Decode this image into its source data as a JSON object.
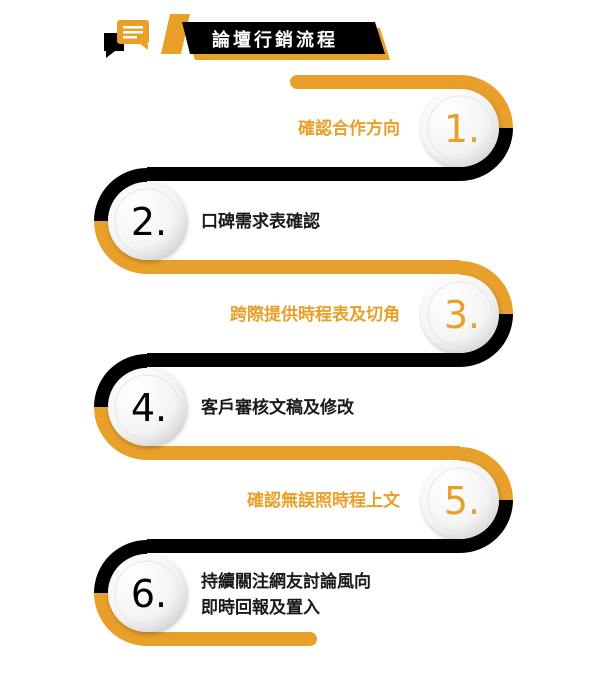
{
  "header": {
    "title": "論壇行銷流程",
    "icon": "speech-bubble-icon"
  },
  "colors": {
    "accent": "#E8A02A",
    "dark": "#000000",
    "text_dark": "#1a1a1a"
  },
  "steps": [
    {
      "number": "1.",
      "label": "確認合作方向",
      "side": "right"
    },
    {
      "number": "2.",
      "label": "口碑需求表確認",
      "side": "left"
    },
    {
      "number": "3.",
      "label": "跨際提供時程表及切角",
      "side": "right"
    },
    {
      "number": "4.",
      "label": "客戶審核文稿及修改",
      "side": "left"
    },
    {
      "number": "5.",
      "label": "確認無誤照時程上文",
      "side": "right"
    },
    {
      "number": "6.",
      "label": "持續關注網友討論風向",
      "label2": "即時回報及置入",
      "side": "left"
    }
  ]
}
